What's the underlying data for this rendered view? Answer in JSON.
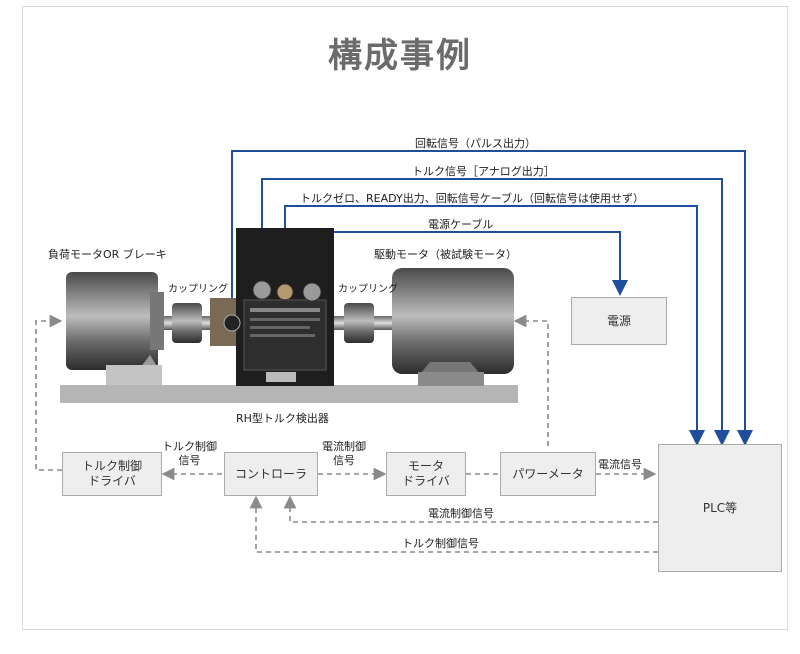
{
  "title": "構成事例",
  "signals": {
    "pulse": "回転信号（パルス出力）",
    "analog": "トルク信号［アナログ出力］",
    "zero_ready": "トルクゼロ、READY出力、回転信号ケーブル（回転信号は使用せず）",
    "power_cable": "電源ケーブル"
  },
  "labels": {
    "load": "負荷モータOR ブレーキ",
    "drive": "駆動モータ（被試験モータ）",
    "coupling_left": "カップリング",
    "coupling_right": "カップリング",
    "detector": "RH型トルク検出器",
    "torque_signal_left": "トルク制御\n信号",
    "current_cmd": "電流制御\n信号",
    "current_signal": "電流信号",
    "current_ctrl_bottom": "電流制御信号",
    "torque_ctrl_bottom": "トルク制御信号"
  },
  "boxes": {
    "power": "電源",
    "torque_driver": "トルク制御\nドライバ",
    "controller": "コントローラ",
    "motor_driver": "モータ\nドライバ",
    "power_meter": "パワーメータ",
    "plc": "PLC等"
  },
  "colors": {
    "signal_line": "#1f4e9c",
    "dashed_line": "#8a8a8a",
    "box_fill": "#eeeeee"
  }
}
